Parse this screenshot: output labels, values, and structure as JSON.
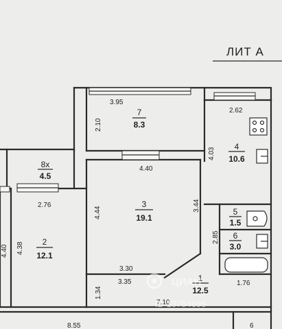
{
  "title": "ЛИТ А",
  "rooms": [
    {
      "id": "7",
      "num": "7",
      "area": "8.3"
    },
    {
      "id": "8x",
      "num": "8х",
      "area": "4.5"
    },
    {
      "id": "3",
      "num": "3",
      "area": "19.1"
    },
    {
      "id": "4",
      "num": "4",
      "area": "10.6"
    },
    {
      "id": "5",
      "num": "5",
      "area": "1.5"
    },
    {
      "id": "6",
      "num": "6",
      "area": "3.0"
    },
    {
      "id": "2",
      "num": "2",
      "area": "12.1"
    },
    {
      "id": "1",
      "num": "1",
      "area": "12.5"
    }
  ],
  "dimensions": {
    "d395": "3.95",
    "d210": "2.10",
    "d262": "2.62",
    "d403": "4.03",
    "d440": "4.40",
    "d276": "2.76",
    "d444": "4.44",
    "d344": "3.44",
    "d285": "2.85",
    "d438": "4.38",
    "d440b": "4.40",
    "d330": "3.30",
    "d335": "3.35",
    "d134": "1.34",
    "d176": "1.76",
    "d710": "7.10",
    "d855": "8.55",
    "d6": "6"
  },
  "watermark": {
    "brand": "ЦИАН",
    "id": "ID 10784695"
  }
}
